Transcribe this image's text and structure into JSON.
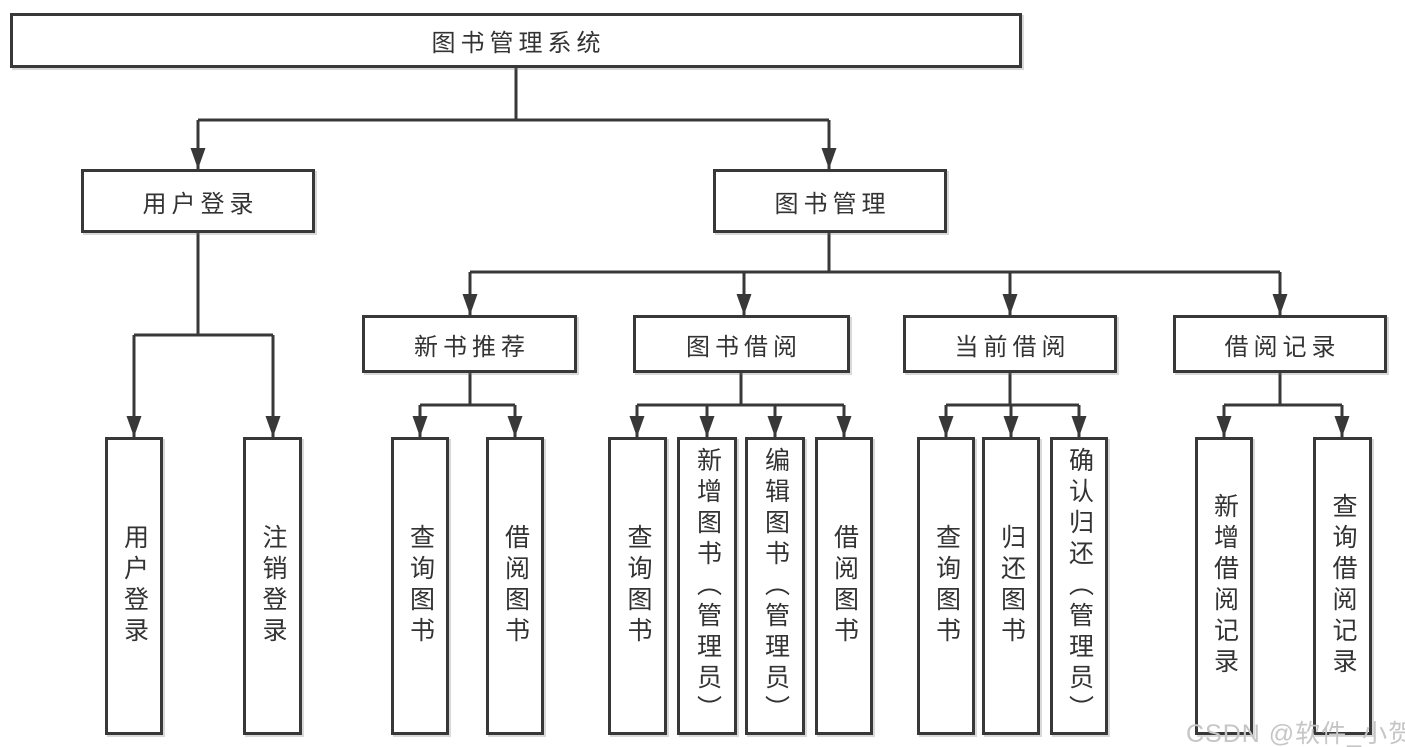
{
  "tree": {
    "root": "图书管理系统",
    "userLogin": {
      "label": "用户登录",
      "leaves": [
        "用户登录",
        "注销登录"
      ]
    },
    "bookMgmt": {
      "label": "图书管理",
      "groups": [
        {
          "label": "新书推荐",
          "leaves": [
            "查询图书",
            "借阅图书"
          ]
        },
        {
          "label": "图书借阅",
          "leaves": [
            "查询图书",
            "新增图书（管理员）",
            "编辑图书（管理员）",
            "借阅图书"
          ]
        },
        {
          "label": "当前借阅",
          "leaves": [
            "查询图书",
            "归还图书",
            "确认归还（管理员）"
          ]
        },
        {
          "label": "借阅记录",
          "leaves": [
            "新增借阅记录",
            "查询借阅记录"
          ]
        }
      ]
    }
  },
  "watermark": "CSDN @软件_小贺同学",
  "colors": {
    "line": "#383838",
    "text": "#333333",
    "box_background": "#ffffff",
    "page_background": "#ffffff",
    "watermark": "#c6c6c6"
  }
}
